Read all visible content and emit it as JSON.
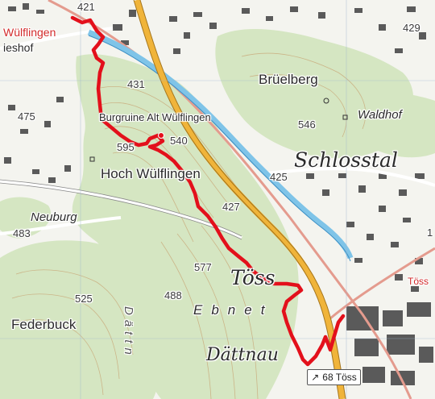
{
  "map": {
    "labels": {
      "wulflingen": "Wülflingen",
      "wieshof": "ieshof",
      "bruelberg": "Brüelberg",
      "waldhof": "Waldhof",
      "burgruine": "Burgruine Alt Wülflingen",
      "hoch_wulflingen": "Hoch Wülflingen",
      "schlosstal": "Schlosstal",
      "neuburg": "Neuburg",
      "toss_big": "Töss",
      "toss_red": "Töss",
      "ebnet": "Ebnet",
      "dattnau": "Dättnau",
      "federbuck": "Federbuck",
      "dattnau_vertical": "Dättn"
    },
    "elevations": {
      "e421": "421",
      "e429": "429",
      "e431": "431",
      "e475": "475",
      "e546": "546",
      "e540": "540",
      "e595": "595",
      "e425": "425",
      "e427": "427",
      "e483": "483",
      "e577": "577",
      "e525": "525",
      "e488": "488",
      "e1": "1"
    },
    "route_badge": {
      "arrow": "↗",
      "label": "68 Töss"
    },
    "colors": {
      "route": "#e3101b",
      "forest": "#d7e7c5",
      "open_land": "#f5f5f0",
      "river": "#7fc4e8",
      "highway": "#f0b43a",
      "rail": "#e49b8e"
    }
  }
}
